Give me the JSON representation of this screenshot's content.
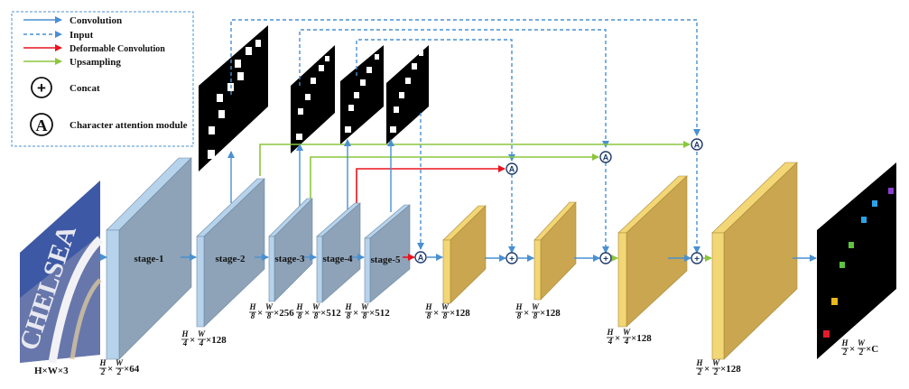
{
  "legend": {
    "convolution": "Convolution",
    "input": "Input",
    "deformable": "Deformable Convolution",
    "upsampling": "Upsampling",
    "concat": "Concat",
    "attention": "Character attention module",
    "concat_symbol": "+",
    "attention_symbol": "A"
  },
  "input_image": {
    "letters": "CHELSEA",
    "dim": "H×W×3"
  },
  "stages": [
    {
      "label": "stage-1",
      "dim_tail": "×64",
      "num_h": "H",
      "den_h": "2",
      "num_w": "W",
      "den_w": "2"
    },
    {
      "label": "stage-2",
      "dim_tail": "×128",
      "num_h": "H",
      "den_h": "4",
      "num_w": "W",
      "den_w": "4"
    },
    {
      "label": "stage-3",
      "dim_tail": "×256",
      "num_h": "H",
      "den_h": "8",
      "num_w": "W",
      "den_w": "8"
    },
    {
      "label": "stage-4",
      "dim_tail": "×512",
      "num_h": "H",
      "den_h": "8",
      "num_w": "W",
      "den_w": "8"
    },
    {
      "label": "stage-5",
      "dim_tail": "×512",
      "num_h": "H",
      "den_h": "8",
      "num_w": "W",
      "den_w": "8"
    }
  ],
  "decoder": [
    {
      "dim_tail": "×128",
      "num_h": "H",
      "den_h": "8",
      "num_w": "W",
      "den_w": "8"
    },
    {
      "dim_tail": "×128",
      "num_h": "H",
      "den_h": "8",
      "num_w": "W",
      "den_w": "8"
    },
    {
      "dim_tail": "×128",
      "num_h": "H",
      "den_h": "4",
      "num_w": "W",
      "den_w": "4"
    },
    {
      "dim_tail": "×128",
      "num_h": "H",
      "den_h": "2",
      "num_w": "W",
      "den_w": "2"
    }
  ],
  "output": {
    "dim_tail": "×C",
    "num_h": "H",
    "den_h": "2",
    "num_w": "W",
    "den_w": "2"
  },
  "colors": {
    "convolution": "#4a90d0",
    "input": "#4a90d0",
    "deformable": "#e8141e",
    "upsampling": "#8cc63f",
    "stage_face": "#8ea3b8",
    "stage_side": "#b7d3ec",
    "decoder_face": "#c9a64f",
    "decoder_side": "#f3d675",
    "circle": "#1f3b6b"
  }
}
